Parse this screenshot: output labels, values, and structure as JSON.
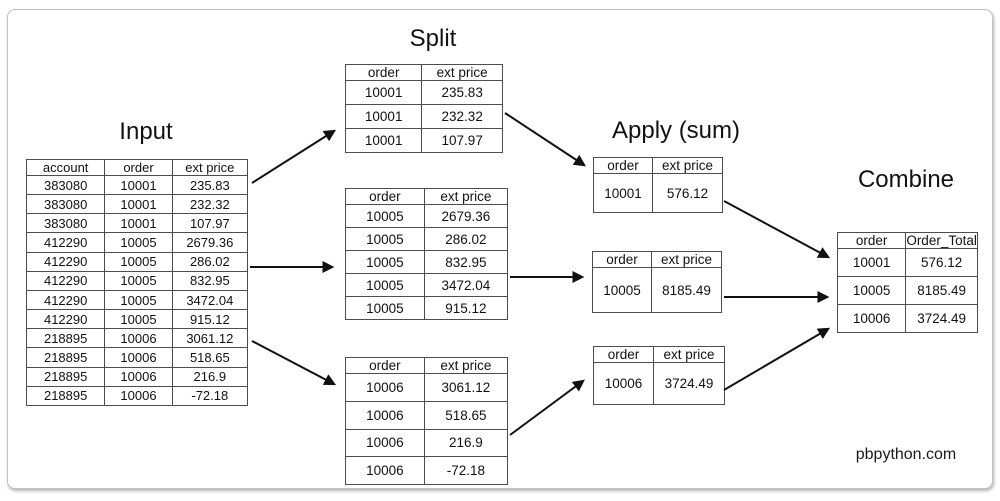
{
  "titles": {
    "input": "Input",
    "split": "Split",
    "apply": "Apply (sum)",
    "combine": "Combine"
  },
  "watermark": "pbpython.com",
  "tables": {
    "input": {
      "headers": [
        "account",
        "order",
        "ext price"
      ],
      "rows": [
        [
          "383080",
          "10001",
          "235.83"
        ],
        [
          "383080",
          "10001",
          "232.32"
        ],
        [
          "383080",
          "10001",
          "107.97"
        ],
        [
          "412290",
          "10005",
          "2679.36"
        ],
        [
          "412290",
          "10005",
          "286.02"
        ],
        [
          "412290",
          "10005",
          "832.95"
        ],
        [
          "412290",
          "10005",
          "3472.04"
        ],
        [
          "412290",
          "10005",
          "915.12"
        ],
        [
          "218895",
          "10006",
          "3061.12"
        ],
        [
          "218895",
          "10006",
          "518.65"
        ],
        [
          "218895",
          "10006",
          "216.9"
        ],
        [
          "218895",
          "10006",
          "-72.18"
        ]
      ]
    },
    "split": [
      {
        "headers": [
          "order",
          "ext price"
        ],
        "rows": [
          [
            "10001",
            "235.83"
          ],
          [
            "10001",
            "232.32"
          ],
          [
            "10001",
            "107.97"
          ]
        ]
      },
      {
        "headers": [
          "order",
          "ext price"
        ],
        "rows": [
          [
            "10005",
            "2679.36"
          ],
          [
            "10005",
            "286.02"
          ],
          [
            "10005",
            "832.95"
          ],
          [
            "10005",
            "3472.04"
          ],
          [
            "10005",
            "915.12"
          ]
        ]
      },
      {
        "headers": [
          "order",
          "ext price"
        ],
        "rows": [
          [
            "10006",
            "3061.12"
          ],
          [
            "10006",
            "518.65"
          ],
          [
            "10006",
            "216.9"
          ],
          [
            "10006",
            "-72.18"
          ]
        ]
      }
    ],
    "apply": [
      {
        "headers": [
          "order",
          "ext price"
        ],
        "rows": [
          [
            "10001",
            "576.12"
          ]
        ]
      },
      {
        "headers": [
          "order",
          "ext price"
        ],
        "rows": [
          [
            "10005",
            "8185.49"
          ]
        ]
      },
      {
        "headers": [
          "order",
          "ext price"
        ],
        "rows": [
          [
            "10006",
            "3724.49"
          ]
        ]
      }
    ],
    "combine": {
      "headers": [
        "order",
        "Order_Total"
      ],
      "rows": [
        [
          "10001",
          "576.12"
        ],
        [
          "10005",
          "8185.49"
        ],
        [
          "10006",
          "3724.49"
        ]
      ]
    }
  },
  "colors": {
    "table_border": "#4d4d4d",
    "arrow": "#111111",
    "text": "#111111",
    "card_border": "#c2c2c2"
  }
}
